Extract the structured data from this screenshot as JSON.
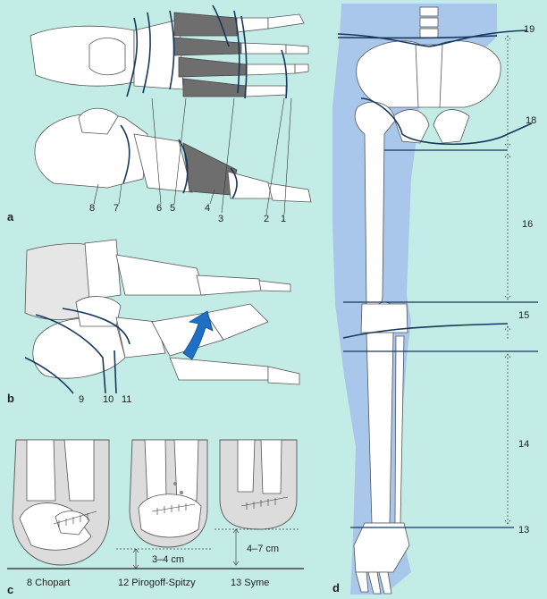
{
  "panels": {
    "a": "a",
    "b": "b",
    "c": "c",
    "d": "d"
  },
  "foot_levels": [
    "8",
    "7",
    "6",
    "5",
    "4",
    "3",
    "2",
    "1"
  ],
  "ankle_levels": [
    "9",
    "10",
    "11"
  ],
  "stumps": {
    "chopart": "8 Chopart",
    "pirogoff": "12 Pirogoff-Spitzy",
    "syme": "13 Syme",
    "pirogoff_len": "3–4 cm",
    "syme_len": "4–7 cm"
  },
  "leg_levels": {
    "l19": "19",
    "l18": "18",
    "l16": "16",
    "l15": "15",
    "l14": "14",
    "l13": "13"
  },
  "colors": {
    "background": "#c3ece6",
    "limb_shade": "#a9c7ea",
    "cut_line": "#17375e",
    "arrow": "#1f6fc4"
  }
}
